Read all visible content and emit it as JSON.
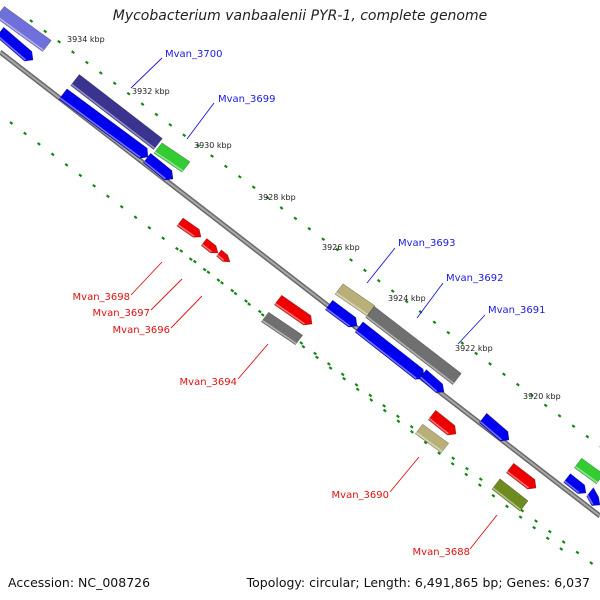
{
  "title": "Mycobacterium vanbaalenii PYR-1, complete genome",
  "footer": {
    "accession": "Accession: NC_008726",
    "stats": "Topology: circular; Length: 6,491,865 bp; Genes: 6,037"
  },
  "colors": {
    "forward_cds": "#0000ee",
    "reverse_cds": "#ee0000",
    "gray_gene": "#707070",
    "tan_gene": "#b8b078",
    "olive_gene": "#6f8a1f",
    "green_gene": "#33cc33",
    "slate_gene": "#3a3390",
    "lavender_gene": "#7070dd",
    "tick_color": "#118811",
    "backbone": "#888888"
  },
  "map": {
    "ticks": [
      {
        "label": "3934 kbp"
      },
      {
        "label": "3932 kbp"
      },
      {
        "label": "3930 kbp"
      },
      {
        "label": "3928 kbp"
      },
      {
        "label": "3926 kbp"
      },
      {
        "label": "3924 kbp"
      },
      {
        "label": "3922 kbp"
      },
      {
        "label": "3920 kbp"
      }
    ],
    "labels": [
      {
        "text": "Mvan_3700",
        "color": "blue"
      },
      {
        "text": "Mvan_3699",
        "color": "blue"
      },
      {
        "text": "Mvan_3693",
        "color": "blue"
      },
      {
        "text": "Mvan_3692",
        "color": "blue"
      },
      {
        "text": "Mvan_3691",
        "color": "blue"
      },
      {
        "text": "Mvan_3698",
        "color": "red"
      },
      {
        "text": "Mvan_3697",
        "color": "red"
      },
      {
        "text": "Mvan_3696",
        "color": "red"
      },
      {
        "text": "Mvan_3694",
        "color": "red"
      },
      {
        "text": "Mvan_3690",
        "color": "red"
      },
      {
        "text": "Mvan_3688",
        "color": "red"
      }
    ]
  }
}
